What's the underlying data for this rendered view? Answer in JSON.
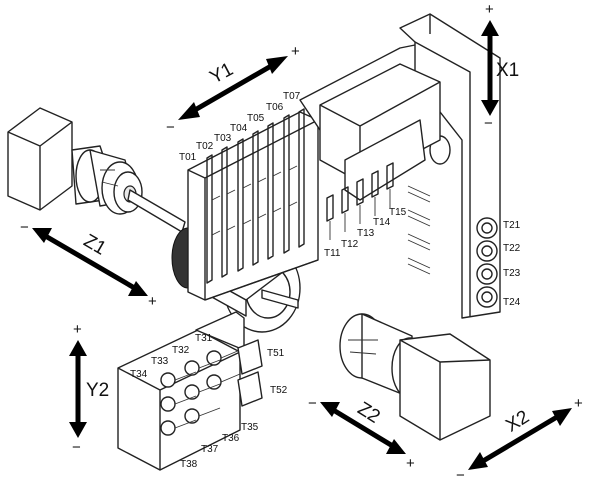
{
  "axes": {
    "x1": {
      "label": "X1",
      "plus": "+",
      "minus": "−"
    },
    "y1": {
      "label": "Y1",
      "plus": "+",
      "minus": "−"
    },
    "z1": {
      "label": "Z1",
      "plus": "+",
      "minus": "−"
    },
    "y2": {
      "label": "Y2",
      "plus": "+",
      "minus": "−"
    },
    "z2": {
      "label": "Z2",
      "plus": "+",
      "minus": "−"
    },
    "x2": {
      "label": "X2",
      "plus": "+",
      "minus": "−"
    }
  },
  "tools": {
    "gang": [
      "T01",
      "T02",
      "T03",
      "T04",
      "T05",
      "T06",
      "T07"
    ],
    "turret": [
      "T11",
      "T12",
      "T13",
      "T14",
      "T15"
    ],
    "right": [
      "T21",
      "T22",
      "T23",
      "T24"
    ],
    "lower": [
      "T31",
      "T32",
      "T33",
      "T34",
      "T35",
      "T36",
      "T37",
      "T38"
    ],
    "side": [
      "T51",
      "T52"
    ]
  }
}
